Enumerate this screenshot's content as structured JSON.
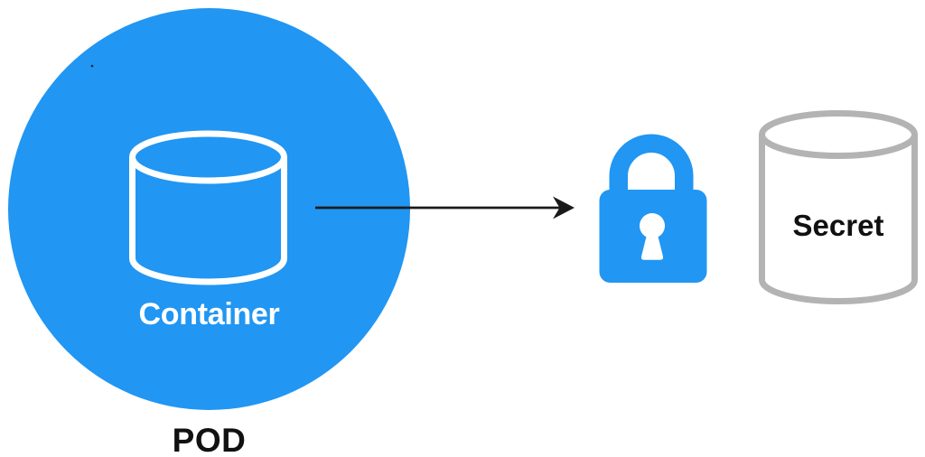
{
  "diagram": {
    "pod": {
      "label": "POD",
      "container": {
        "label": "Container",
        "icon": "cylinder-icon"
      }
    },
    "arrow": {
      "icon": "arrow-right-icon",
      "direction": "left-to-right"
    },
    "lock": {
      "icon": "lock-icon"
    },
    "secret": {
      "label": "Secret",
      "icon": "cylinder-icon"
    }
  },
  "colors": {
    "pod_blue": "#2196F3",
    "lock_blue": "#2196F3",
    "secret_gray": "#B3B3B3",
    "arrow_black": "#1A1A1A",
    "white": "#FFFFFF",
    "label_black": "#111111",
    "background": "#FFFFFF"
  }
}
